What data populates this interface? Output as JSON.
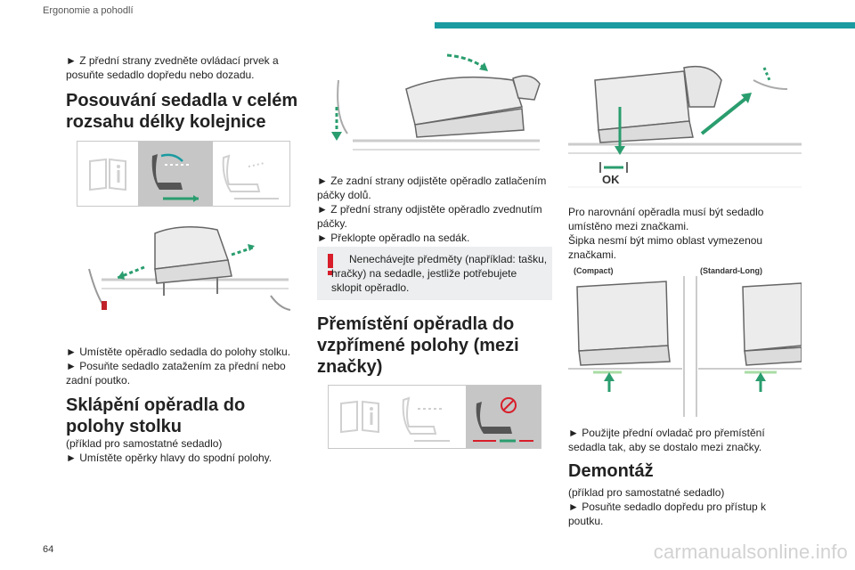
{
  "header": {
    "title": "Ergonomie a pohodlí",
    "accent_color": "#1a9ba0"
  },
  "page_number": "64",
  "watermark": "carmanualsonline.info",
  "col1": {
    "intro": "► Z přední strany zvedněte ovládací prvek a posuňte sedadlo dopředu nebo dozadu.",
    "heading1": "Posouvání sedadla v celém rozsahu délky kolejnice",
    "steps1": [
      "► Umístěte opěradlo sedadla do polohy stolku.",
      "► Posuňte sedadlo zatažením za přední nebo zadní poutko."
    ],
    "heading2": "Sklápění opěradla do polohy stolku",
    "paren2": "(příklad pro samostatné sedadlo)",
    "steps2": [
      "► Umístěte opěrky hlavy do spodní polohy."
    ]
  },
  "col2": {
    "steps": [
      "► Ze zadní strany odjistěte opěradlo zatlačením páčky dolů.",
      "► Z přední strany odjistěte opěradlo zvednutím páčky.",
      "► Překlopte opěradlo na sedák."
    ],
    "warning": "Nenechávejte předměty (například: tašku, hračky) na sedadle, jestliže potřebujete sklopit opěradlo.",
    "heading": "Přemístění opěradla do vzpřímené polohy (mezi značky)"
  },
  "col3": {
    "ok_label": "OK",
    "paragraph1": "Pro narovnání opěradla musí být sedadlo umístěno mezi značkami.",
    "paragraph2": "Šipka nesmí být mimo oblast vymezenou značkami.",
    "label_compact": "(Compact)",
    "label_standard": "(Standard-Long)",
    "step": "► Použijte přední ovladač pro přemístění sedadla tak, aby se dostalo mezi značky.",
    "heading": "Demontáž",
    "paren": "(příklad pro samostatné sedadlo)",
    "step2": "► Posuňte sedadlo dopředu pro přístup k poutku."
  },
  "colors": {
    "teal": "#1a9ba0",
    "arrow_green": "#2a9d6e",
    "warning_red": "#d81e2a",
    "icon_gray": "#d8d8d8"
  }
}
